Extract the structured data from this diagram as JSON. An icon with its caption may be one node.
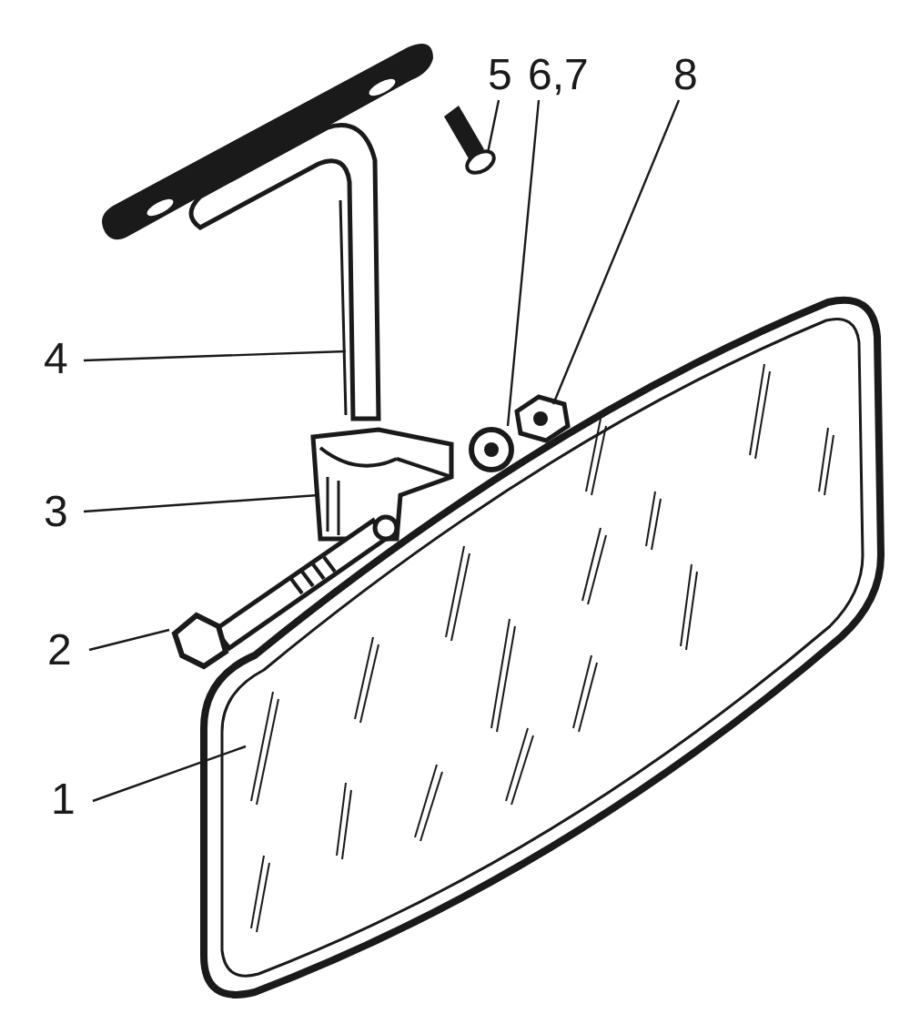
{
  "diagram": {
    "nodes": [
      {
        "text": [
          "5"
        ]
      },
      {
        "text": [
          "6,7"
        ]
      },
      {
        "text": [
          "8"
        ]
      },
      {
        "text": [
          "4"
        ]
      },
      {
        "text": [
          "3"
        ]
      },
      {
        "text": [
          "2"
        ]
      },
      {
        "text": [
          "1"
        ]
      },
      {
        "text": [],
        "shape": "picture"
      },
      {
        "text": [],
        "shape": "picture"
      },
      {
        "text": [],
        "shape": "picture"
      },
      {
        "text": [],
        "shape": "picture"
      },
      {
        "text": [],
        "shape": "picture"
      },
      {
        "text": [],
        "shape": "picture"
      },
      {
        "text": [],
        "shape": "picture"
      }
    ],
    "edges": [
      {
        "from": 0,
        "to": 8,
        "arrow": "none"
      },
      {
        "from": 1,
        "to": 9,
        "arrow": "none"
      },
      {
        "from": 2,
        "to": 10,
        "arrow": "none"
      },
      {
        "from": 3,
        "to": 7,
        "arrow": "none"
      },
      {
        "from": 4,
        "to": 11,
        "arrow": "none"
      },
      {
        "from": 5,
        "to": 12,
        "arrow": "none"
      },
      {
        "from": 6,
        "to": 13,
        "arrow": "none"
      }
    ]
  }
}
